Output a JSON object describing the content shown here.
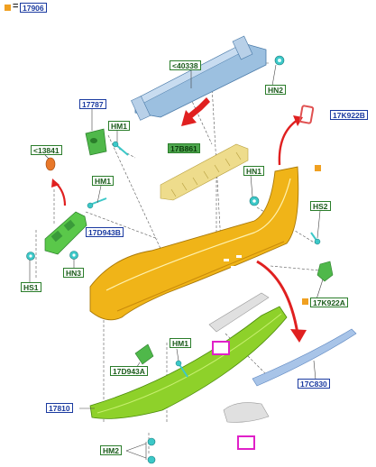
{
  "header": {
    "equals_sign": "=",
    "main_part": "17906"
  },
  "labels": {
    "l40338": "<40338",
    "hn2_top": "HN2",
    "l17787": "17787",
    "hm1_a": "HM1",
    "l17b861": "17B861",
    "l17k922b": "17K922B",
    "l13841": "<13841",
    "hm1_b": "HM1",
    "hn1": "HN1",
    "hs2": "HS2",
    "l17d943b": "17D943B",
    "hs1": "HS1",
    "hn3": "HN3",
    "l17k922a": "17K922A",
    "hm1_c": "HM1",
    "l17d943a": "17D943A",
    "l17c830": "17C830",
    "l17810": "17810",
    "hm2": "HM2"
  },
  "colors": {
    "bumper": "#f0b418",
    "green_part": "#8ed12a",
    "blue_part": "#9cc0e0",
    "arrow_red": "#e02020",
    "label_blue": "#1a3aa0",
    "label_green": "#2a7d2a",
    "highlight_pink": "#e020c8"
  }
}
